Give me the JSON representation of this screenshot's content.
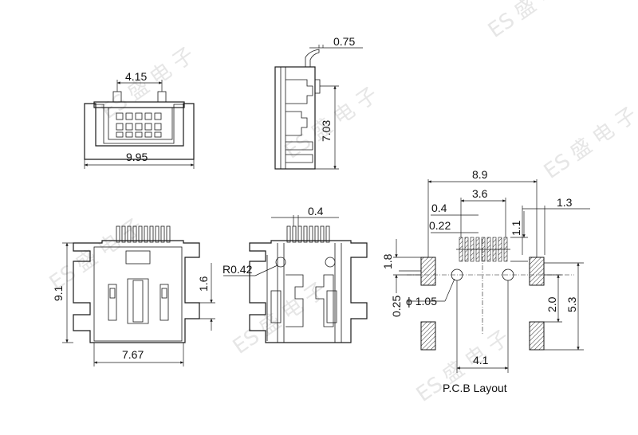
{
  "watermark": {
    "brand": "ES",
    "chinese": "盛 电 子"
  },
  "top_left_view": {
    "dim_top": "4.15",
    "dim_width": "9.95"
  },
  "top_right_view": {
    "dim_thickness": "0.75",
    "dim_height": "7.03"
  },
  "bottom_left_view": {
    "dim_height": "9.1",
    "dim_side": "1.6",
    "dim_width": "7.67"
  },
  "bottom_middle_view": {
    "dim_pitch": "0.4",
    "dim_radius": "R0.42"
  },
  "pcb_layout": {
    "title": "P.C.B Layout",
    "dim_total": "8.9",
    "dim_span": "3.6",
    "dim_pad": "0.4",
    "dim_gap": "0.22",
    "dim_right": "1.3",
    "dim_vert": "1.1",
    "dim_left": "1.8",
    "dim_small": "0.25",
    "dim_hole": "ϕ 1.05",
    "dim_pitch_v": "2.0",
    "dim_total_v": "5.3",
    "dim_hole_span": "4.1"
  }
}
